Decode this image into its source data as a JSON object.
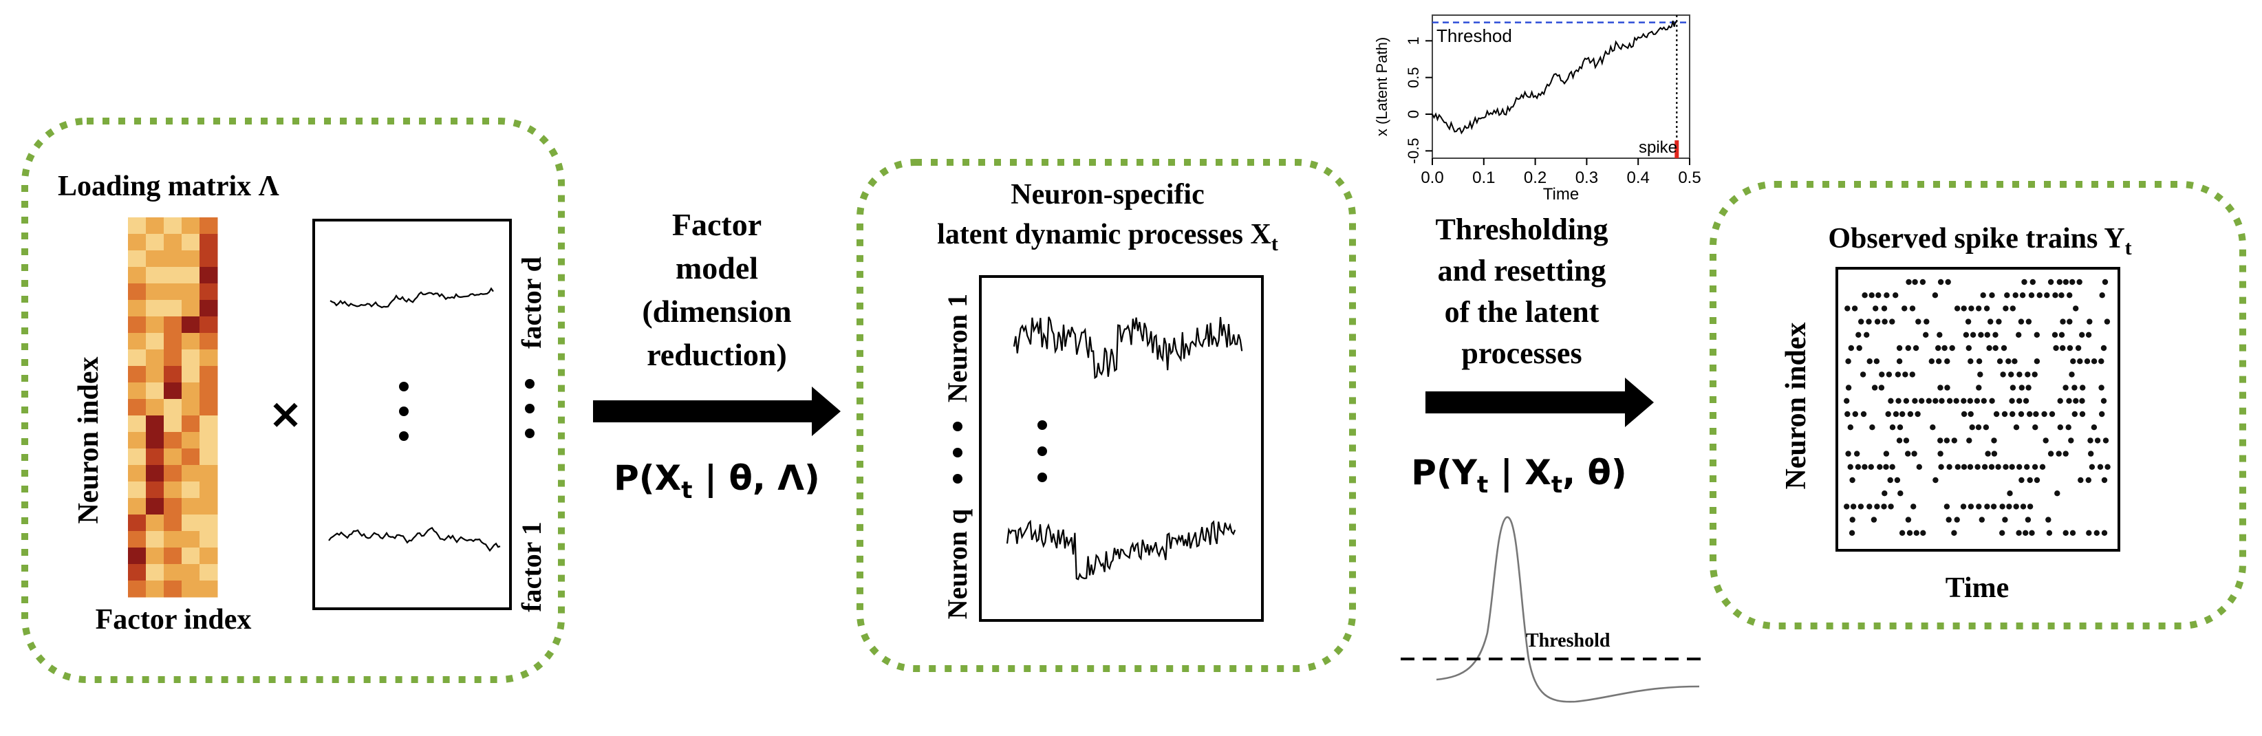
{
  "loading_panel": {
    "title": "Loading matrix Λ",
    "y_label": "Neuron index",
    "x_label": "Factor index",
    "multiply_symbol": "×",
    "factor_top_label": "factor d",
    "factor_bottom_label": "factor 1",
    "heatmap_palette": [
      "#fdf0c2",
      "#f7d38a",
      "#ecaa4f",
      "#db7330",
      "#bb3e1f",
      "#8c1a17"
    ],
    "heatmap_levels": [
      [
        1,
        2,
        1,
        2,
        3
      ],
      [
        2,
        1,
        2,
        1,
        4
      ],
      [
        1,
        2,
        2,
        2,
        4
      ],
      [
        2,
        1,
        1,
        1,
        5
      ],
      [
        3,
        2,
        2,
        2,
        4
      ],
      [
        2,
        1,
        1,
        2,
        5
      ],
      [
        3,
        2,
        3,
        5,
        4
      ],
      [
        2,
        1,
        3,
        2,
        3
      ],
      [
        1,
        2,
        3,
        1,
        2
      ],
      [
        3,
        2,
        4,
        1,
        3
      ],
      [
        2,
        1,
        5,
        2,
        3
      ],
      [
        3,
        2,
        1,
        2,
        3
      ],
      [
        1,
        5,
        1,
        3,
        1
      ],
      [
        2,
        5,
        3,
        2,
        1
      ],
      [
        1,
        4,
        2,
        3,
        1
      ],
      [
        2,
        5,
        3,
        2,
        2
      ],
      [
        1,
        4,
        2,
        1,
        2
      ],
      [
        2,
        5,
        3,
        2,
        2
      ],
      [
        4,
        2,
        3,
        1,
        1
      ],
      [
        3,
        1,
        2,
        2,
        1
      ],
      [
        5,
        2,
        3,
        1,
        2
      ],
      [
        4,
        1,
        2,
        2,
        1
      ],
      [
        3,
        2,
        3,
        2,
        2
      ]
    ]
  },
  "arrow1": {
    "label_lines": [
      "Factor",
      "model",
      "(dimension",
      "reduction)"
    ],
    "formula_p": "P(X",
    "formula_sub": "t",
    "formula_rest": " | θ, Λ)"
  },
  "latent_panel": {
    "title_line1": "Neuron-specific",
    "title_line2": "latent dynamic processes X",
    "title_sub": "t",
    "neuron_top_label": "Neuron 1",
    "neuron_bottom_label": "Neuron q"
  },
  "arrow2": {
    "label_lines": [
      "Thresholding",
      "and resetting",
      "of the latent",
      "processes"
    ],
    "formula_p": "P(Y",
    "formula_sub": "t",
    "formula_mid": " | X",
    "formula_sub2": "t",
    "formula_rest": ", θ)"
  },
  "inset_plot": {
    "ylabel": "x (Latent Path)",
    "xlabel": "Time",
    "threshold_label": "Threshod",
    "spike_label": "spike",
    "x_ticks": [
      "0.0",
      "0.1",
      "0.2",
      "0.3",
      "0.4",
      "0.5"
    ],
    "y_ticks": [
      "-0.5",
      "0",
      "0.5",
      "1"
    ],
    "threshold_color": "#2f4fd8",
    "spike_color": "#e0261d"
  },
  "chart_data": {
    "type": "line",
    "xlabel": "Time",
    "ylabel": "x (Latent Path)",
    "xlim": [
      0,
      0.5
    ],
    "ylim": [
      -0.6,
      1.35
    ],
    "threshold": 1.25,
    "spike_time": 0.475,
    "x": [
      0.0,
      0.02,
      0.04,
      0.06,
      0.08,
      0.1,
      0.12,
      0.14,
      0.16,
      0.18,
      0.2,
      0.22,
      0.24,
      0.26,
      0.28,
      0.3,
      0.32,
      0.34,
      0.36,
      0.38,
      0.4,
      0.42,
      0.44,
      0.46,
      0.475
    ],
    "y": [
      0.0,
      -0.08,
      -0.18,
      -0.22,
      -0.12,
      -0.05,
      0.05,
      0.0,
      0.15,
      0.3,
      0.25,
      0.35,
      0.55,
      0.45,
      0.6,
      0.75,
      0.68,
      0.82,
      0.95,
      0.9,
      1.05,
      1.1,
      1.15,
      1.2,
      1.25
    ]
  },
  "spike_shape": {
    "threshold_label": "Threshold"
  },
  "observed_panel": {
    "title": "Observed spike trains Y",
    "title_sub": "t",
    "y_label": "Neuron index",
    "x_label": "Time",
    "raster_rows": 20
  }
}
